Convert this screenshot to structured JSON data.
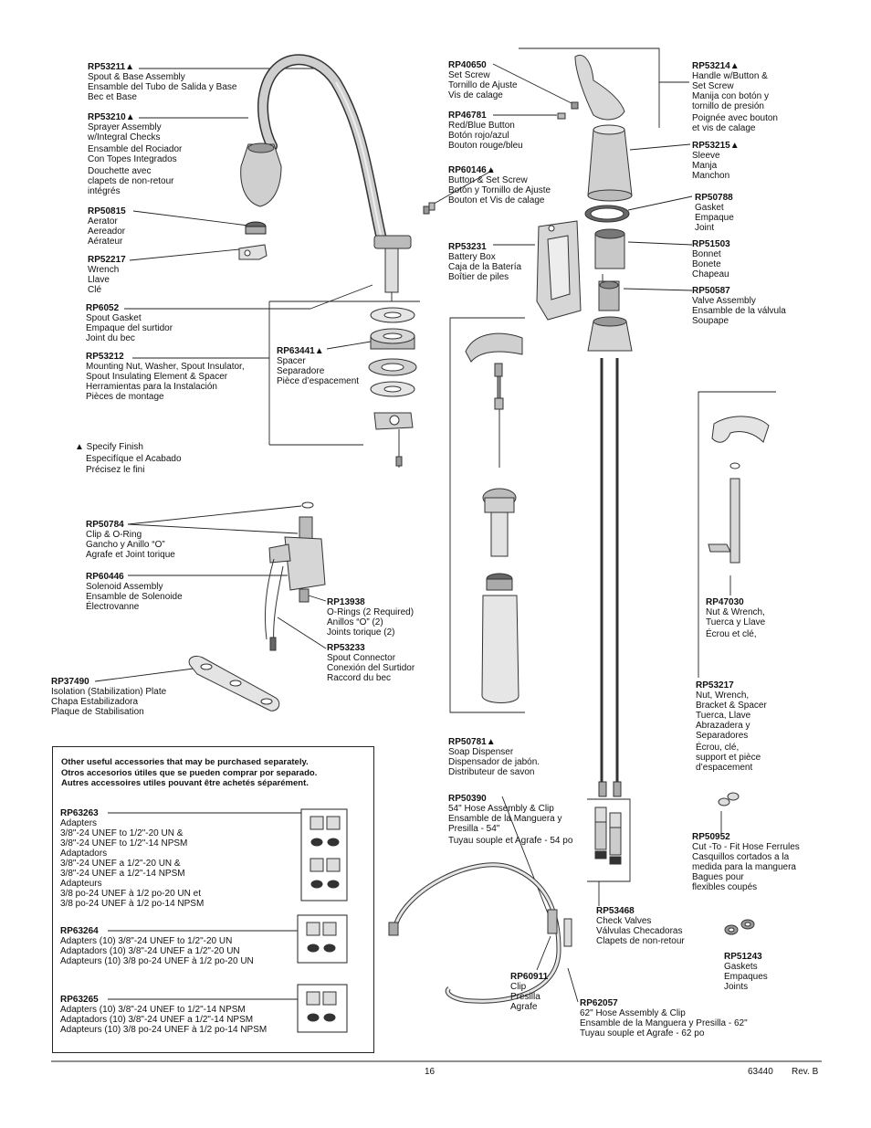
{
  "parts": {
    "rp53211": {
      "num": "RP53211▲",
      "lines": [
        "Spout & Base Assembly",
        "Ensamble del Tubo de Salida y Base",
        "Bec et Base"
      ]
    },
    "rp53210": {
      "num": "RP53210▲",
      "lines": [
        "Sprayer Assembly",
        "w/Integral Checks",
        "Ensamble del Rociador",
        "Con Topes Integrados",
        "Douchette avec",
        "clapets de non-retour",
        "intégrés"
      ]
    },
    "rp50815": {
      "num": "RP50815",
      "lines": [
        "Aerator",
        "Aereador",
        "Aérateur"
      ]
    },
    "rp52217": {
      "num": "RP52217",
      "lines": [
        "Wrench",
        "Llave",
        "Clé"
      ]
    },
    "rp6052": {
      "num": "RP6052",
      "lines": [
        "Spout Gasket",
        "Empaque del surtidor",
        "Joint du bec"
      ]
    },
    "rp53212": {
      "num": "RP53212",
      "lines": [
        "Mounting Nut, Washer, Spout Insulator,",
        "Spout Insulating Element & Spacer",
        "Herramientas para la Instalación",
        "Pièces de montage"
      ]
    },
    "rp63441": {
      "num": "RP63441▲",
      "lines": [
        "Spacer",
        "Separadore",
        "Pièce d’espacement"
      ]
    },
    "finish": {
      "lines": [
        "▲ Specify Finish",
        "Especifíque el Acabado",
        "Précisez le fini"
      ]
    },
    "rp50784": {
      "num": "RP50784",
      "lines": [
        "Clip & O-Ring",
        "Gancho y Anillo “O”",
        "Agrafe et Joint torique"
      ]
    },
    "rp60446": {
      "num": "RP60446",
      "lines": [
        "Solenoid Assembly",
        "Ensamble de Solenoide",
        "Électrovanne"
      ]
    },
    "rp13938": {
      "num": "RP13938",
      "lines": [
        "O-Rings (2 Required)",
        "Anillos “O” (2)",
        "Joints torique (2)"
      ]
    },
    "rp53233": {
      "num": "RP53233",
      "lines": [
        "Spout Connector",
        "Conexión del Surtidor",
        "Raccord du bec"
      ]
    },
    "rp37490": {
      "num": "RP37490",
      "lines": [
        "Isolation (Stabilization) Plate",
        "Chapa Estabilizadora",
        "Plaque de Stabilisation"
      ]
    },
    "rp40650": {
      "num": "RP40650",
      "lines": [
        "Set Screw",
        "Tornillo de Ajuste",
        "Vis de calage"
      ]
    },
    "rp46781": {
      "num": "RP46781",
      "lines": [
        "Red/Blue Button",
        "Botón rojo/azul",
        "Bouton rouge/bleu"
      ]
    },
    "rp60146": {
      "num": "RP60146▲",
      "lines": [
        "Button & Set Screw",
        "Botón y Tornillo de Ajuste",
        "Bouton et Vis de calage"
      ]
    },
    "rp53231": {
      "num": "RP53231",
      "lines": [
        "Battery Box",
        "Caja de la Batería",
        "Boîtier de piles"
      ]
    },
    "rp50781": {
      "num": "RP50781▲",
      "lines": [
        "Soap Dispenser",
        "Dispensador de jabón.",
        "Distributeur de savon"
      ]
    },
    "rp50390": {
      "num": "RP50390",
      "lines": [
        "54\" Hose Assembly & Clip",
        "Ensamble de la Manguera y",
        "Presilla - 54\"",
        "Tuyau souple et Agrafe - 54 po"
      ]
    },
    "rp60911": {
      "num": "RP60911",
      "lines": [
        "Clip",
        "Presilla",
        "Agrafe"
      ]
    },
    "rp62057": {
      "num": "RP62057",
      "lines": [
        "62\" Hose Assembly & Clip",
        "Ensamble de la Manguera y Presilla - 62\"",
        "Tuyau souple et Agrafe - 62 po"
      ]
    },
    "rp53468": {
      "num": "RP53468",
      "lines": [
        "Check Valves",
        "Válvulas Checadoras",
        "Clapets de non-retour"
      ]
    },
    "rp53214": {
      "num": "RP53214▲",
      "lines": [
        "Handle w/Button &",
        "Set Screw",
        "Manija con botón y",
        "tornillo de presión",
        "Poignée avec bouton",
        "et vis de calage"
      ]
    },
    "rp53215": {
      "num": "RP53215▲",
      "lines": [
        "Sleeve",
        "Manja",
        "Manchon"
      ]
    },
    "rp50788": {
      "num": "RP50788",
      "lines": [
        "Gasket",
        "Empaque",
        "Joint"
      ]
    },
    "rp51503": {
      "num": "RP51503",
      "lines": [
        "Bonnet",
        "Bonete",
        "Chapeau"
      ]
    },
    "rp50587": {
      "num": "RP50587",
      "lines": [
        "Valve Assembly",
        "Ensamble de la válvula",
        "Soupape"
      ]
    },
    "rp47030": {
      "num": "RP47030",
      "lines": [
        "Nut & Wrench,",
        "Tuerca y Llave",
        "Écrou et clé,"
      ]
    },
    "rp53217": {
      "num": "RP53217",
      "lines": [
        "Nut, Wrench,",
        "Bracket & Spacer",
        "Tuerca, Llave",
        "Abrazadera y",
        "Separadores",
        "Écrou, clé,",
        "support et pièce",
        "d’espacement"
      ]
    },
    "rp50952": {
      "num": "RP50952",
      "lines": [
        "Cut -To - Fit Hose Ferrules",
        "Casquillos cortados a la",
        "medida para la manguera",
        "Bagues pour",
        "flexibles coupés"
      ]
    },
    "rp51243": {
      "num": "RP51243",
      "lines": [
        "Gaskets",
        "Empaques",
        "Joints"
      ]
    }
  },
  "accessories": {
    "heading": [
      "Other useful accessories that may be purchased separately.",
      "Otros accesorios útiles que se pueden comprar por separado.",
      "Autres accessoires utiles pouvant être achetés séparément."
    ],
    "rp63263": {
      "num": "RP63263",
      "lines": [
        "Adapters",
        "3/8\"-24 UNEF to 1/2\"-20 UN &",
        "3/8\"-24 UNEF to 1/2\"-14 NPSM",
        "Adaptadors",
        "3/8\"-24 UNEF a 1/2\"-20 UN &",
        "3/8\"-24 UNEF a 1/2\"-14 NPSM",
        "Adapteurs",
        "3/8 po-24 UNEF à 1/2 po-20 UN et",
        "3/8 po-24 UNEF à 1/2 po-14 NPSM"
      ]
    },
    "rp63264": {
      "num": "RP63264",
      "lines": [
        "Adapters (10) 3/8\"-24 UNEF to 1/2\"-20 UN",
        "Adaptadors (10) 3/8\"-24 UNEF a 1/2\"-20 UN",
        "Adapteurs (10) 3/8 po-24 UNEF à 1/2 po-20 UN"
      ]
    },
    "rp63265": {
      "num": "RP63265",
      "lines": [
        "Adapters (10) 3/8\"-24 UNEF to 1/2\"-14 NPSM",
        "Adaptadors (10) 3/8\"-24 UNEF a 1/2\"-14 NPSM",
        "Adapteurs (10) 3/8 po-24 UNEF à 1/2 po-14 NPSM"
      ]
    }
  },
  "footer": {
    "page": "16",
    "doc": "63440",
    "rev": "Rev. B"
  }
}
